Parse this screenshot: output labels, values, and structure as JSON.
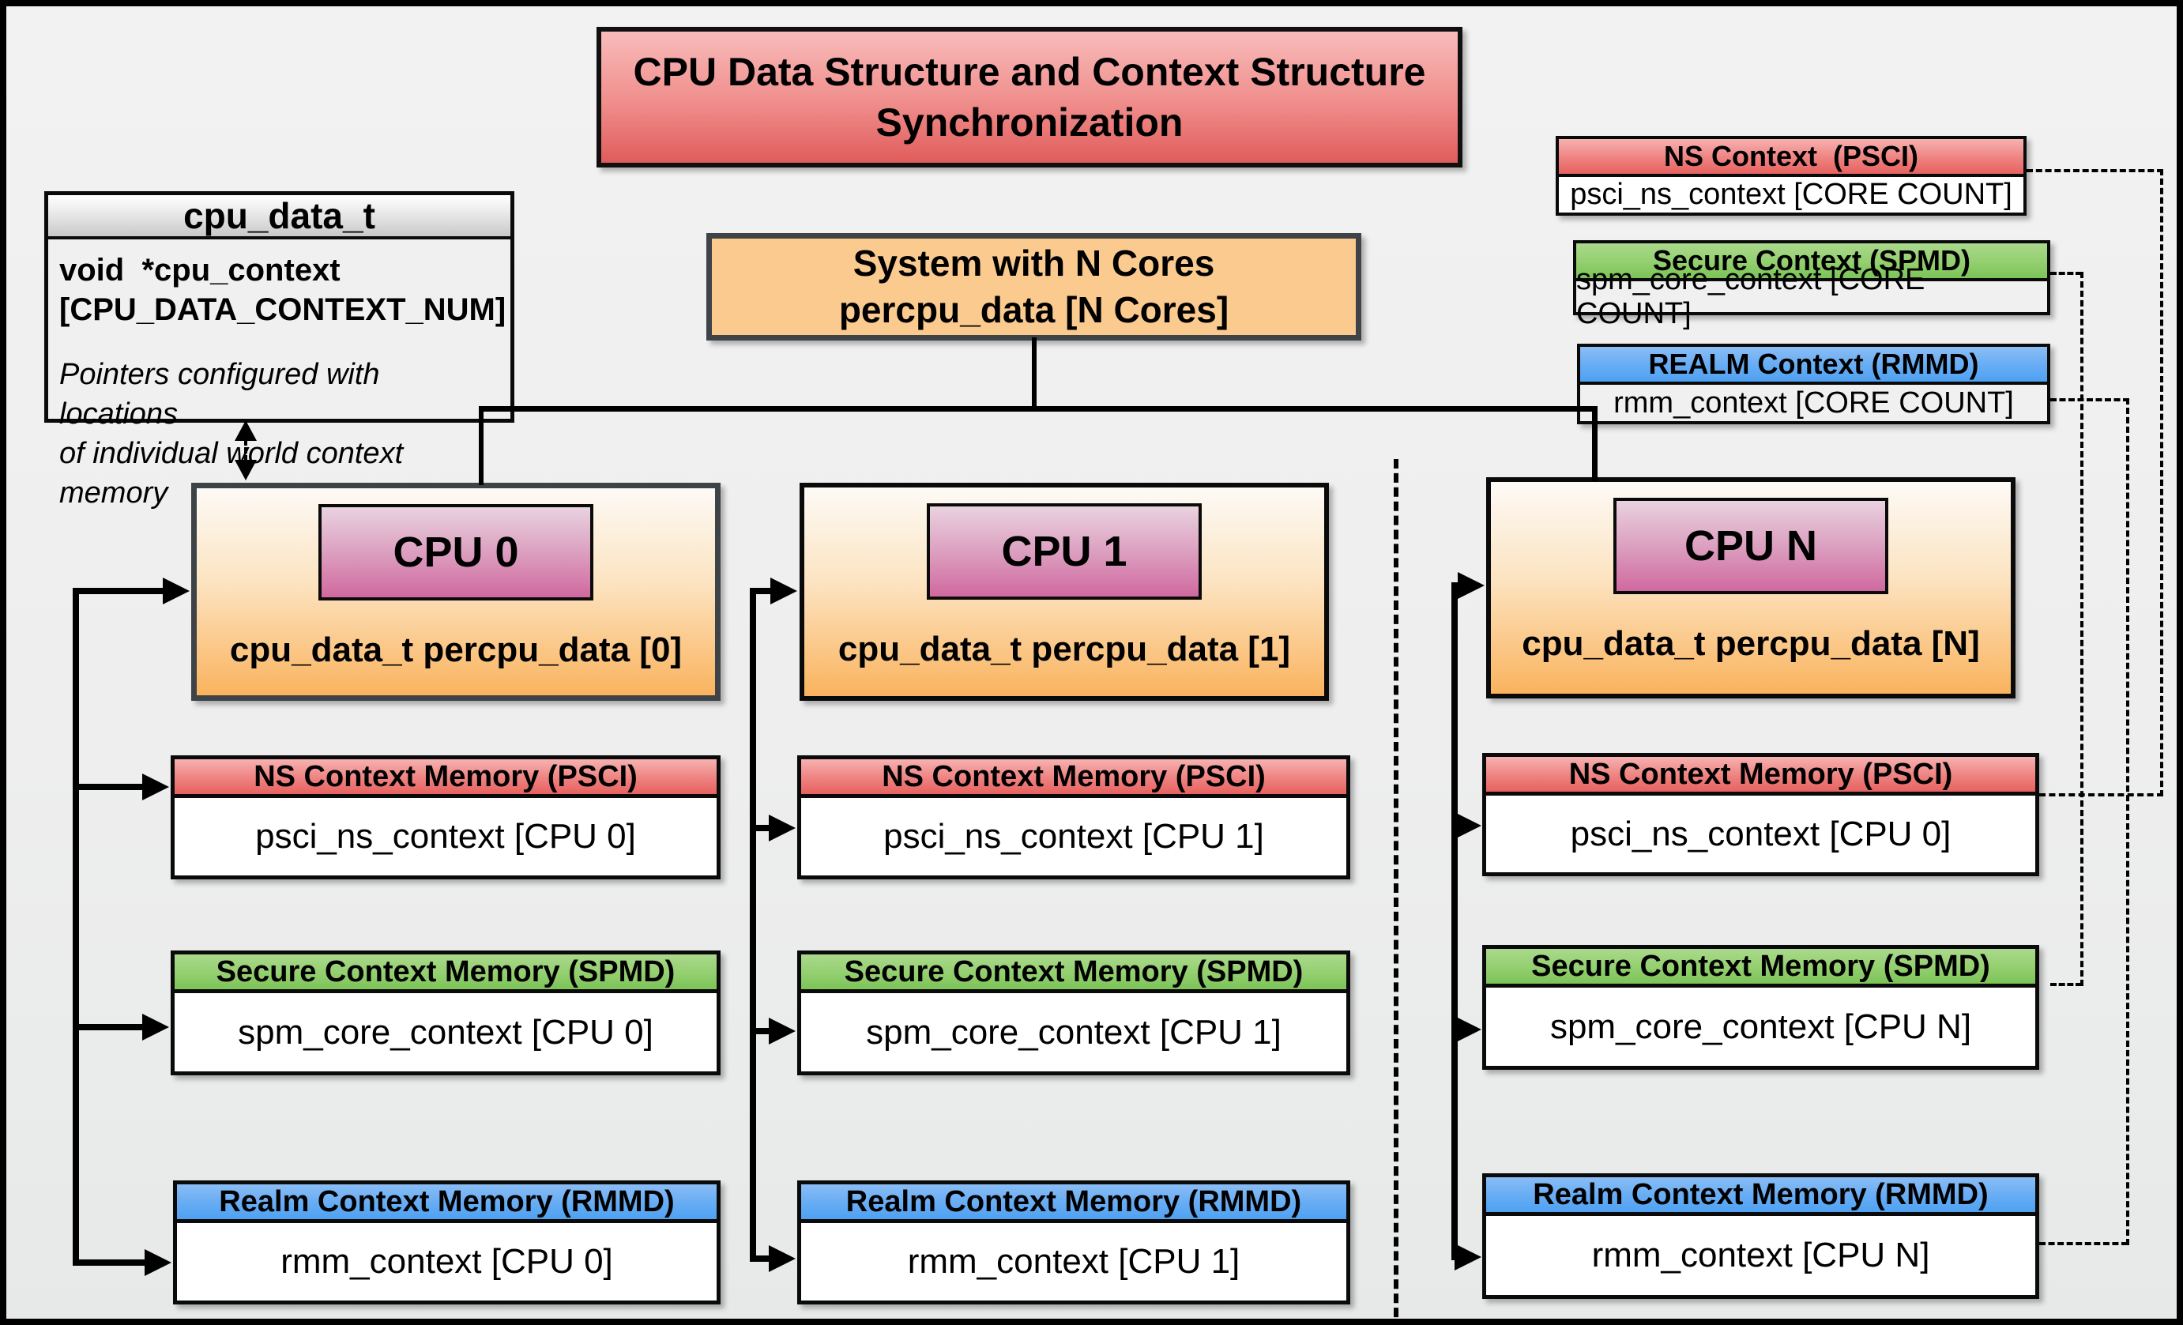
{
  "title": {
    "line1": "CPU Data Structure and Context Structure",
    "line2": "Synchronization"
  },
  "cpu_data_struct": {
    "header": "cpu_data_t",
    "field_line1": "void  *cpu_context",
    "field_line2": "[CPU_DATA_CONTEXT_NUM]",
    "note_line1": "Pointers configured with locations",
    "note_line2": "of individual world context memory"
  },
  "system_box": {
    "line1": "System with N Cores",
    "line2": "percpu_data [N Cores]"
  },
  "legend": {
    "ns": {
      "header": "NS Context  (PSCI)",
      "body": "psci_ns_context [CORE COUNT]"
    },
    "secure": {
      "header": "Secure Context (SPMD)",
      "body": "spm_core_context [CORE COUNT]"
    },
    "realm": {
      "header": "REALM Context (RMMD)",
      "body": "rmm_context [CORE COUNT]"
    }
  },
  "ctx_headers": {
    "ns": "NS Context Memory (PSCI)",
    "secure": "Secure Context Memory (SPMD)",
    "realm": "Realm Context Memory (RMMD)"
  },
  "cpus": [
    {
      "name": "CPU 0",
      "data_label": "cpu_data_t percpu_data [0]",
      "ns_body": "psci_ns_context [CPU 0]",
      "secure_body": "spm_core_context [CPU 0]",
      "realm_body": "rmm_context [CPU 0]"
    },
    {
      "name": "CPU 1",
      "data_label": "cpu_data_t percpu_data [1]",
      "ns_body": "psci_ns_context [CPU 1]",
      "secure_body": "spm_core_context [CPU 1]",
      "realm_body": "rmm_context [CPU 1]"
    },
    {
      "name": "CPU N",
      "data_label": "cpu_data_t percpu_data [N]",
      "ns_body": "psci_ns_context [CPU 0]",
      "secure_body": "spm_core_context [CPU N]",
      "realm_body": "rmm_context [CPU N]"
    }
  ],
  "colors": {
    "ns_red": "#e6625f",
    "secure_green": "#7cc458",
    "realm_blue": "#4fa1f2",
    "cpu_orange": "#fab35e",
    "system_orange": "#fbca8e",
    "cpu_tag_pink": "#d0699f",
    "title_red": "#e05c5b",
    "background_grey": "#efefef"
  }
}
